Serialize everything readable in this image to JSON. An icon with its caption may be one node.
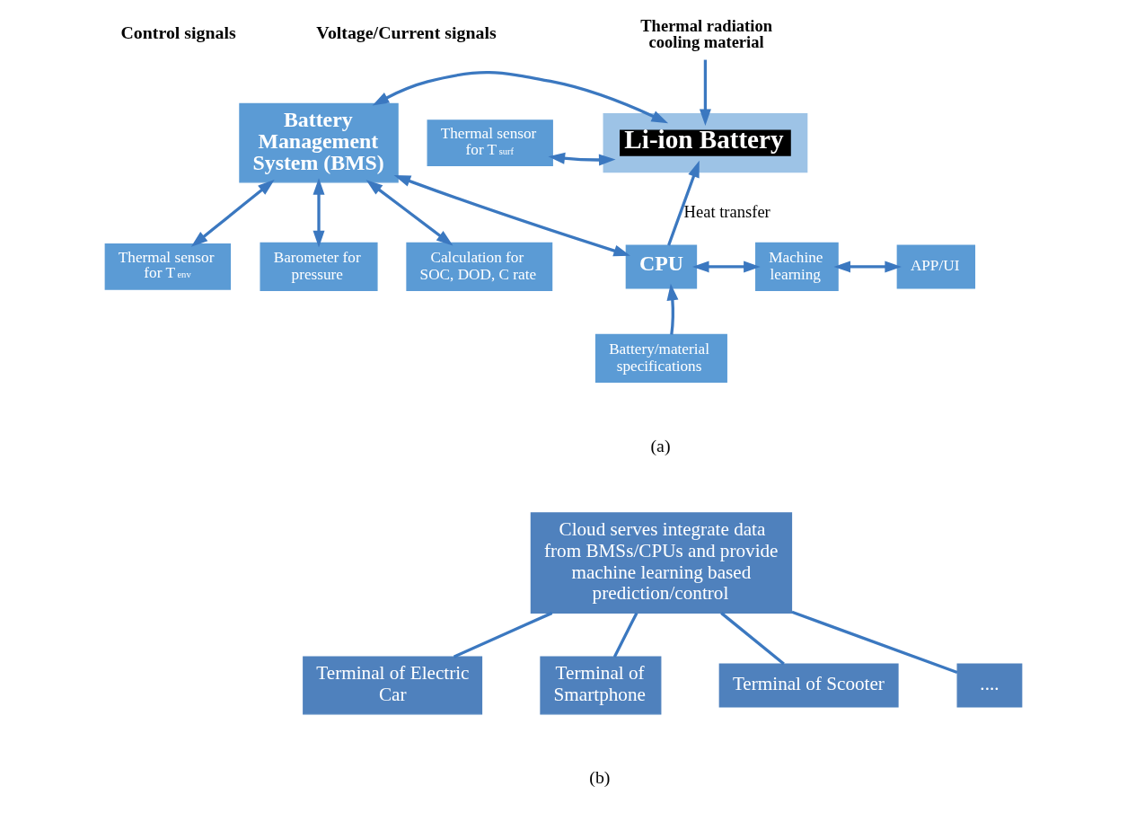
{
  "diagram": {
    "nodes": [
      {
        "text": [
          "Li-ion Battery"
        ]
      },
      {
        "text": [
          "Thermal radiation cooling material"
        ]
      },
      {
        "text": [
          "Thermal sensor for T$_{surf}$"
        ]
      },
      {
        "text": [
          "Battery Management System (BMS)"
        ]
      },
      {
        "text": [
          "Thermal sensor for T$_{env}$"
        ]
      },
      {
        "text": [
          "Barometer for pressure"
        ]
      },
      {
        "text": [
          "Calculation for SOC, DOD, C rate"
        ]
      },
      {
        "text": [
          "CPU"
        ]
      },
      {
        "text": [
          "Machine learning"
        ]
      },
      {
        "text": [
          "APP/UI"
        ]
      },
      {
        "text": [
          "Battery/material specifications"
        ]
      },
      {
        "text": [
          "Cloud serves integrate data from BMSs/CPUs and provide machine learning based prediction/control"
        ]
      },
      {
        "text": [
          "Terminal of Electric Car"
        ]
      },
      {
        "text": [
          "Terminal of Smartphone"
        ]
      },
      {
        "text": [
          "Terminal of Scooter"
        ]
      },
      {
        "text": [
          "...."
        ]
      }
    ],
    "edges": [
      {
        "from": 3,
        "to": 0,
        "arrow": "both"
      },
      {
        "from": 1,
        "to": 0,
        "arrow": "to"
      },
      {
        "from": 2,
        "to": 0,
        "arrow": "both"
      },
      {
        "from": 3,
        "to": 4,
        "arrow": "both"
      },
      {
        "from": 3,
        "to": 5,
        "arrow": "both"
      },
      {
        "from": 3,
        "to": 6,
        "arrow": "both"
      },
      {
        "from": 3,
        "to": 7,
        "arrow": "both"
      },
      {
        "from": 7,
        "to": 0,
        "arrow": "to",
        "label": "Heat transfer"
      },
      {
        "from": 7,
        "to": 8,
        "arrow": "both"
      },
      {
        "from": 8,
        "to": 9,
        "arrow": "both"
      },
      {
        "from": 10,
        "to": 7,
        "arrow": "to"
      },
      {
        "from": 11,
        "to": 12,
        "arrow": "none"
      },
      {
        "from": 11,
        "to": 13,
        "arrow": "none"
      },
      {
        "from": 11,
        "to": 14,
        "arrow": "none"
      },
      {
        "from": 11,
        "to": 15,
        "arrow": "none"
      }
    ],
    "labels": [
      "Control signals",
      "Voltage/Current signals",
      "(a)",
      "(b)"
    ]
  }
}
